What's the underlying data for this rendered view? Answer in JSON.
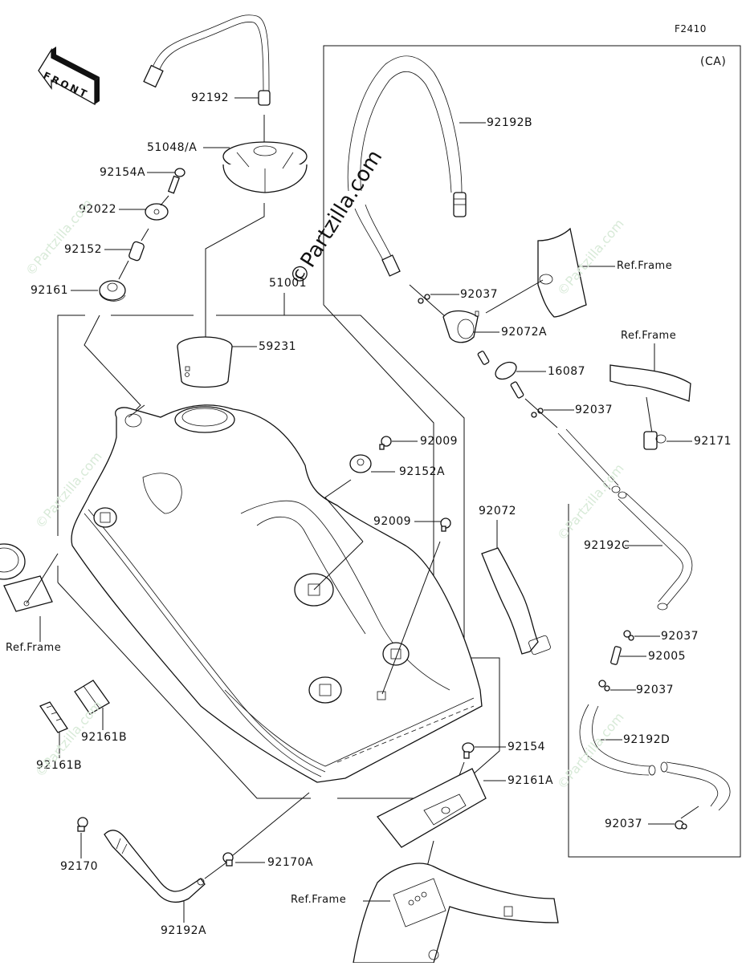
{
  "diagram": {
    "figure_code": "F2410",
    "region_tag": "(CA)",
    "front_arrow_label": "FRONT",
    "watermark_text": "©Partzilla.com",
    "labels": {
      "hose_breather": "92192",
      "fuel_cap": "51048/A",
      "bolt_a": "92154A",
      "washer": "92022",
      "collar": "92152",
      "damper": "92161",
      "fuel_tank": "51001",
      "filler_neck_ring": "59231",
      "screw_upper": "92009",
      "collar_a": "92152A",
      "screw_lower": "92009",
      "ref_frame_left": "Ref.Frame",
      "pad_b_1": "92161B",
      "pad_b_2": "92161B",
      "clamp_92170": "92170",
      "clamp_92170a": "92170A",
      "hose_a": "92192A",
      "bolt_92154": "92154",
      "damper_a": "92161A",
      "ref_frame_bottom": "Ref.Frame",
      "band": "92072",
      "hose_b": "92192B",
      "ref_frame_ca_1": "Ref.Frame",
      "clip_1": "92037",
      "holder_a": "92072A",
      "valve": "16087",
      "clip_2": "92037",
      "ref_frame_ca_2": "Ref.Frame",
      "clamp_92171": "92171",
      "hose_c": "92192C",
      "clip_3": "92037",
      "fitting": "92005",
      "clip_4": "92037",
      "hose_d": "92192D",
      "clip_5": "92037"
    }
  }
}
